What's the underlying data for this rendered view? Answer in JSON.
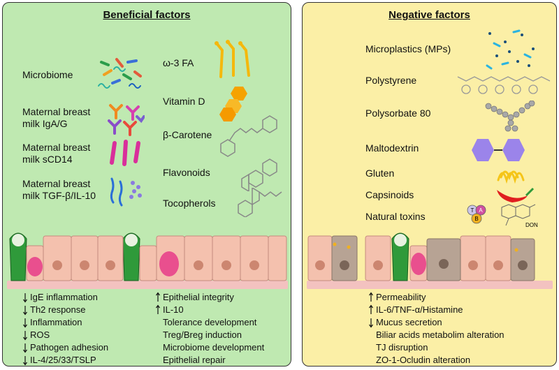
{
  "left": {
    "title": "Beneficial factors",
    "factors_left": [
      {
        "label": "Microbiome"
      },
      {
        "label": "Maternal breast\nmilk IgA/G"
      },
      {
        "label": "Maternal breast\nmilk sCD14"
      },
      {
        "label": "Maternal breast\nmilk TGF-β/IL-10"
      }
    ],
    "factors_right": [
      {
        "label": "ω-3 FA"
      },
      {
        "label": "Vitamin D"
      },
      {
        "label": "β-Carotene"
      },
      {
        "label": "Flavonoids"
      },
      {
        "label": "Tocopherols"
      }
    ],
    "effects_col1": [
      {
        "text": "IgE inflammation",
        "dir": "down"
      },
      {
        "text": "Th2 response",
        "dir": "down"
      },
      {
        "text": "Inflammation",
        "dir": "down"
      },
      {
        "text": "ROS",
        "dir": "down"
      },
      {
        "text": "Pathogen adhesion",
        "dir": "down"
      },
      {
        "text": "IL-4/25/33/TSLP",
        "dir": "down"
      }
    ],
    "effects_col2": [
      {
        "text": "Epithelial integrity",
        "dir": "up"
      },
      {
        "text": "IL-10",
        "dir": "up"
      },
      {
        "text": "Tolerance development",
        "dir": "none"
      },
      {
        "text": "Treg/Breg induction",
        "dir": "none"
      },
      {
        "text": "Microbiome development",
        "dir": "none"
      },
      {
        "text": "Epithelial repair",
        "dir": "none"
      }
    ]
  },
  "right": {
    "title": "Negative factors",
    "factors": [
      {
        "label": "Microplastics (MPs)"
      },
      {
        "label": "Polystyrene"
      },
      {
        "label": "Polysorbate 80"
      },
      {
        "label": "Maltodextrin"
      },
      {
        "label": "Gluten"
      },
      {
        "label": "Capsinoids"
      },
      {
        "label": "Natural toxins"
      }
    ],
    "toxin_letters": {
      "t": "T",
      "a": "A",
      "b": "B",
      "don": "DON"
    },
    "effects": [
      {
        "text": "Permeability",
        "dir": "up"
      },
      {
        "text": "IL-6/TNF-α/Histamine",
        "dir": "up"
      },
      {
        "text": "Mucus secretion",
        "dir": "down"
      },
      {
        "text": "Biliar acids metabolim alteration",
        "dir": "none"
      },
      {
        "text": "TJ disruption",
        "dir": "none"
      },
      {
        "text": "ZO-1-Ocludin alteration",
        "dir": "none"
      }
    ]
  },
  "colors": {
    "left_bg": "#bfe9b1",
    "right_bg": "#fbefa6",
    "cell": "#f4c1ae",
    "goblet": "#2f9a3a",
    "mucus": "#e94f8e",
    "damaged_cell": "#b7a394"
  }
}
